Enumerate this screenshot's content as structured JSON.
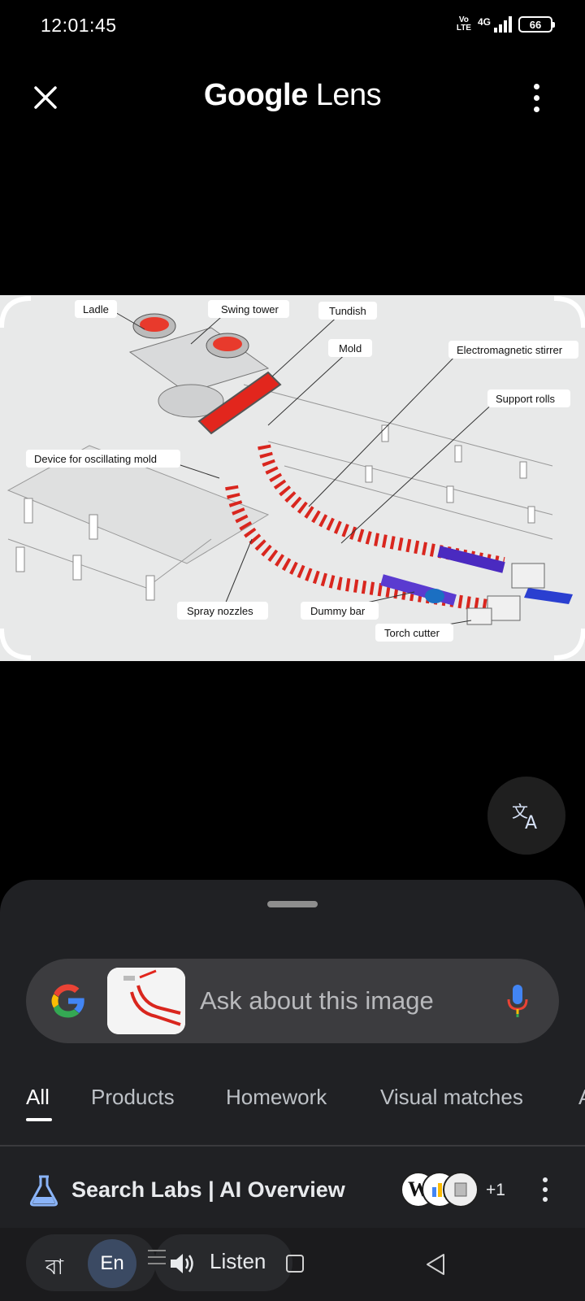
{
  "status_bar": {
    "time": "12:01:45",
    "volte_label": "Vo\nLTE",
    "network": "4G",
    "battery": "66"
  },
  "header": {
    "title_bold": "Google",
    "title_rest": " Lens",
    "close_icon": "close-icon",
    "more_icon": "more-vert-icon"
  },
  "image": {
    "labels": {
      "ladle": "Ladle",
      "swing_tower": "Swing tower",
      "tundish": "Tundish",
      "mold": "Mold",
      "electromagnetic_stirrer": "Electromagnetic stirrer",
      "support_rolls": "Support rolls",
      "oscillating": "Device for oscillating mold",
      "spray_nozzles": "Spray nozzles",
      "dummy_bar": "Dummy bar",
      "torch_cutter": "Torch cutter"
    }
  },
  "search": {
    "placeholder": "Ask about this image"
  },
  "tabs": [
    {
      "label": "All",
      "active": true
    },
    {
      "label": "Products"
    },
    {
      "label": "Homework"
    },
    {
      "label": "Visual matches"
    },
    {
      "label": "A"
    }
  ],
  "ai_overview": {
    "title": "Search Labs | AI Overview",
    "sources_extra": "+1",
    "source_icons": [
      "W",
      "chart-source-icon",
      "book-source-icon"
    ]
  },
  "bottom_bar": {
    "lang_bn": "বা",
    "lang_en": "En",
    "listen_label": "Listen"
  },
  "colors": {
    "background": "#000000",
    "sheet": "#202124",
    "search_bar": "#3c3c3f",
    "accent_blue": "#8ab4f8"
  }
}
